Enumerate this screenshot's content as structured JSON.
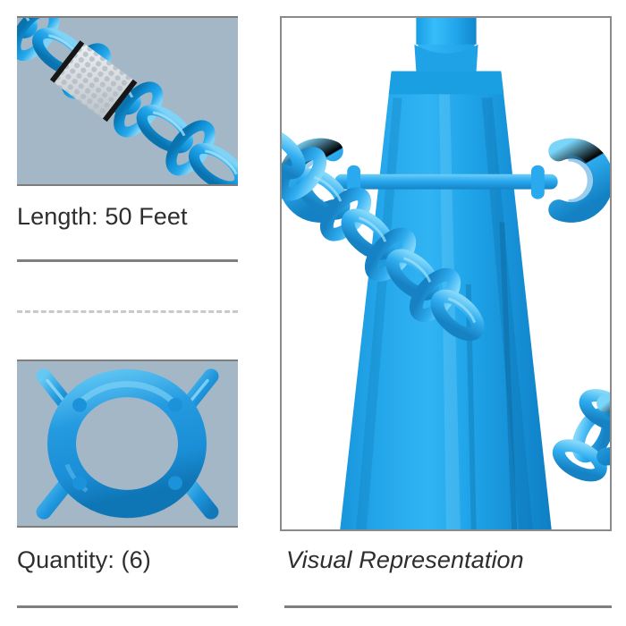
{
  "panel": {
    "background_color": "#ffffff",
    "rule_color": "#7f7f7f",
    "dashed_rule_color": "#c9c9c9"
  },
  "left_column": {
    "photo_top": {
      "alt": "Blue plastic safety chain with reflective silver tape sleeve",
      "background_color": "#a3b7c7",
      "chain_color": "#1ea2e8",
      "tape_color": "#d8dde1",
      "band_color": "#1a1a1a"
    },
    "caption_length": "Length: 50 Feet",
    "photo_bottom": {
      "alt": "Top view of a blue plastic chain link ring with four arms",
      "background_color": "#a3b7c7",
      "ring_color": "#2196dd"
    },
    "caption_quantity": "Quantity: (6)"
  },
  "right_column": {
    "photo_main": {
      "alt": "Blue traffic cone with blue plastic chain and two hooks attached",
      "background_color": "#ffffff",
      "border_color": "#8a8a8a",
      "cone_color": "#189fe6",
      "chain_color": "#29a9ee"
    },
    "caption_visual": "Visual Representation"
  }
}
